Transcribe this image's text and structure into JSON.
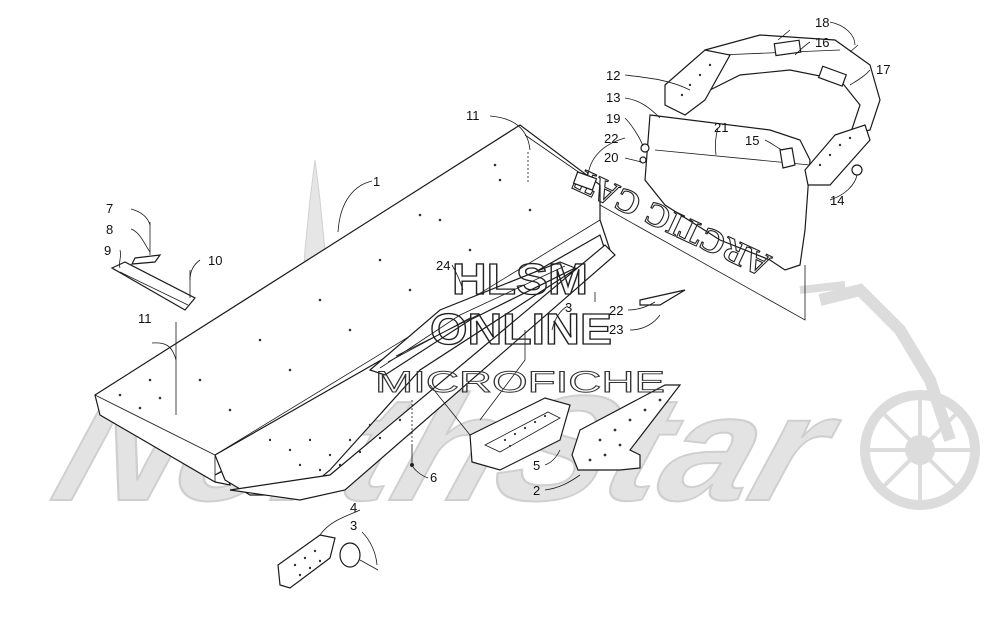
{
  "watermark": {
    "line1": "HLSM",
    "line2": "ONLINE",
    "line3": "MICROFICHE"
  },
  "background_logo": {
    "text": "NorthStar"
  },
  "panel_lettering": "ARCTIC CAT",
  "callouts": [
    {
      "id": "c1",
      "label": "1"
    },
    {
      "id": "c2",
      "label": "2"
    },
    {
      "id": "c3a",
      "label": "3"
    },
    {
      "id": "c3b",
      "label": "3"
    },
    {
      "id": "c4",
      "label": "4"
    },
    {
      "id": "c5",
      "label": "5"
    },
    {
      "id": "c6",
      "label": "6"
    },
    {
      "id": "c7",
      "label": "7"
    },
    {
      "id": "c8",
      "label": "8"
    },
    {
      "id": "c9",
      "label": "9"
    },
    {
      "id": "c10",
      "label": "10"
    },
    {
      "id": "c11a",
      "label": "11"
    },
    {
      "id": "c11b",
      "label": "11"
    },
    {
      "id": "c12",
      "label": "12"
    },
    {
      "id": "c13",
      "label": "13"
    },
    {
      "id": "c14",
      "label": "14"
    },
    {
      "id": "c15",
      "label": "15"
    },
    {
      "id": "c16",
      "label": "16"
    },
    {
      "id": "c17",
      "label": "17"
    },
    {
      "id": "c18",
      "label": "18"
    },
    {
      "id": "c19",
      "label": "19"
    },
    {
      "id": "c20",
      "label": "20"
    },
    {
      "id": "c21",
      "label": "21"
    },
    {
      "id": "c22a",
      "label": "22"
    },
    {
      "id": "c22b",
      "label": "22"
    },
    {
      "id": "c23",
      "label": "23"
    },
    {
      "id": "c24",
      "label": "24"
    }
  ]
}
